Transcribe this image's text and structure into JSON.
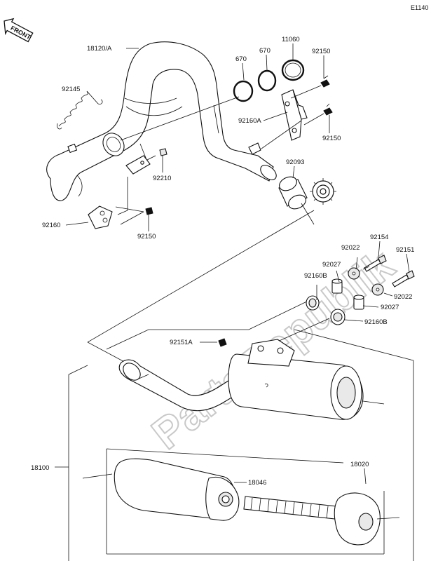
{
  "diagram_code": "E1140",
  "front_label": "FRONT",
  "watermark": "PartsRepublik",
  "parts": {
    "p18120A": "18120/A",
    "p670a": "670",
    "p670b": "670",
    "p11060": "11060",
    "p92150a": "92150",
    "p92145": "92145",
    "p92160A": "92160A",
    "p92150b": "92150",
    "p92210": "92210",
    "p92093": "92093",
    "p92160": "92160",
    "p92150c": "92150",
    "p92154": "92154",
    "p92022a": "92022",
    "p92151": "92151",
    "p92027a": "92027",
    "p92160Ba": "92160B",
    "p92022b": "92022",
    "p92027b": "92027",
    "p92160Bb": "92160B",
    "p92151A": "92151A",
    "p18100": "18100",
    "p18020": "18020",
    "p18046": "18046"
  }
}
